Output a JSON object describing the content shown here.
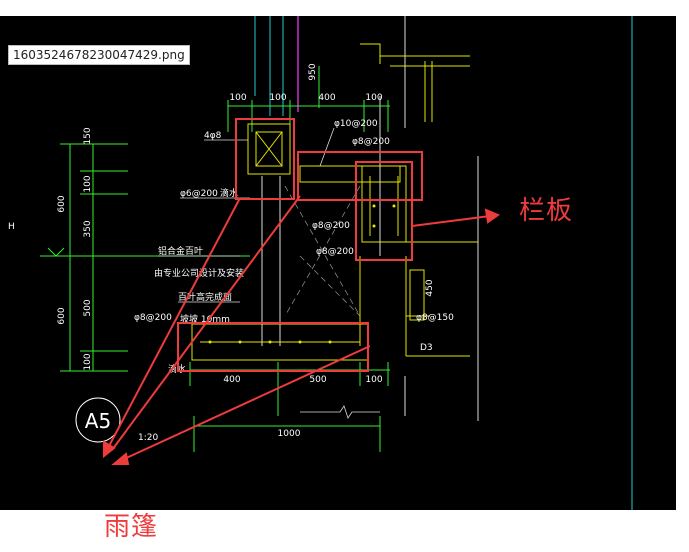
{
  "file_label": "1603524678230047429.png",
  "annotations": {
    "railing": "栏板",
    "canopy": "雨篷"
  },
  "drawing": {
    "detail_id": "A5",
    "scale": "1:20",
    "marker_h": "H",
    "tag_d3": "D3",
    "dims_top": [
      "100",
      "100",
      "400",
      "100"
    ],
    "dim_950": "950",
    "dims_left": [
      "150",
      "100",
      "600",
      "350",
      "500",
      "600",
      "100"
    ],
    "dims_bottom": [
      "400",
      "500",
      "100"
    ],
    "dim_total": "1000",
    "dim_450": "450",
    "labels": {
      "rebar_4phi8": "4φ8",
      "phi10_200": "φ10@200",
      "phi8_200_a": "φ8@200",
      "phi6_200": "φ6@200",
      "drip": "滴水",
      "phi8_200_b": "φ8@200",
      "phi8_200_c": "φ8@200",
      "alu": "铝合金百叶",
      "pro": "由专业公司设计及安装",
      "louver_top": "百叶高完成面",
      "slope": "坡坡 10mm",
      "phi8_200_d": "φ8@200",
      "drip2": "滴水",
      "phi8_150": "φ8@150"
    }
  },
  "colors": {
    "background": "#000000",
    "dimension": "#33ee33",
    "text": "#ffffff",
    "yellow": "#e5e500",
    "cyan": "#22cccc",
    "magenta": "#cc33cc",
    "annotation": "#ee3b3b"
  }
}
